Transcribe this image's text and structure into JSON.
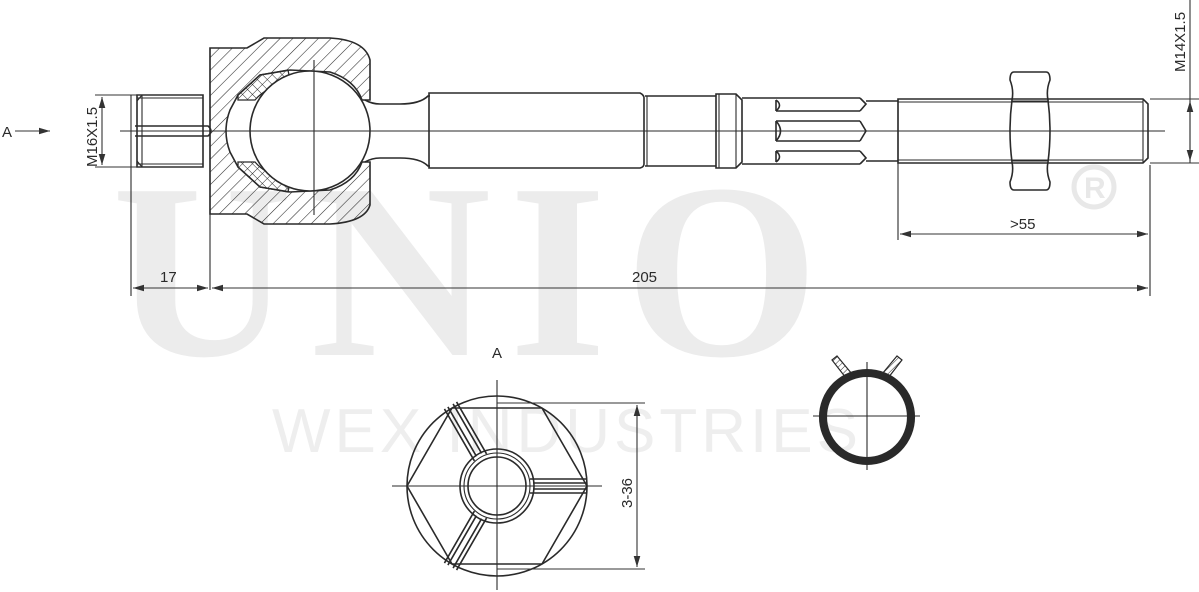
{
  "drawing": {
    "subject": "Inner tie rod technical drawing",
    "watermark": {
      "brand": "UNIO",
      "registered_mark": "R",
      "subtitle": "WEX INDUSTRIES"
    },
    "view_marker": {
      "label": "A",
      "arrow": "arrow-right-icon"
    },
    "section_view_label": "A",
    "dimensions": {
      "left_thread": "M16X1.5",
      "right_thread": "M14X1.5",
      "left_stub_length": "17",
      "overall_length": "205",
      "thread_length": ">55",
      "hex_size": "3-36"
    },
    "views": [
      {
        "name": "side-view",
        "description": "Tie rod side elevation with ball joint section"
      },
      {
        "name": "section-a-view",
        "description": "End view A with three-slot hexagonal housing"
      },
      {
        "name": "clip-ring-view",
        "description": "Retaining clip ring"
      }
    ],
    "colors": {
      "line": "#2a2a2a",
      "watermark": "#ececec",
      "background": "#ffffff"
    }
  }
}
